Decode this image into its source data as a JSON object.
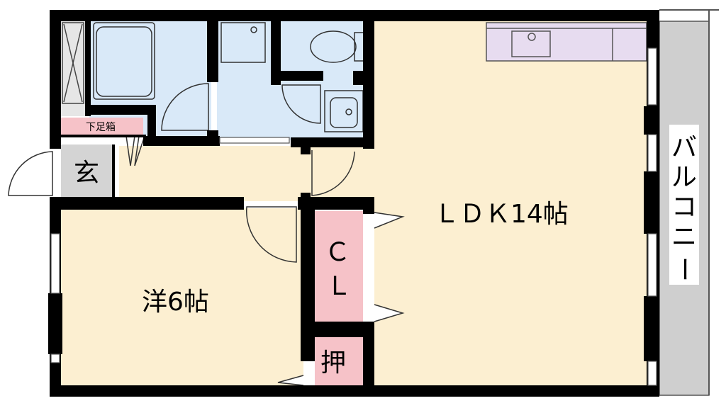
{
  "rooms": {
    "ldk": "ＬＤＫ14帖",
    "western": "洋6帖",
    "closet_c": "Ｃ",
    "closet_l": "Ｌ",
    "oshiire": "押",
    "genkan": "玄",
    "shoebox": "下足箱",
    "balcony": [
      "バ",
      "ル",
      "コ",
      "ニ",
      "ー"
    ]
  },
  "colors": {
    "floor": "#fcefd1",
    "wet_area": "#d9e9f8",
    "kitchen": "#e7dcf0",
    "closet": "#f6c2c8",
    "genkan": "#d4d4d4",
    "balcony": "#cfcfcf",
    "wall": "#000000"
  }
}
